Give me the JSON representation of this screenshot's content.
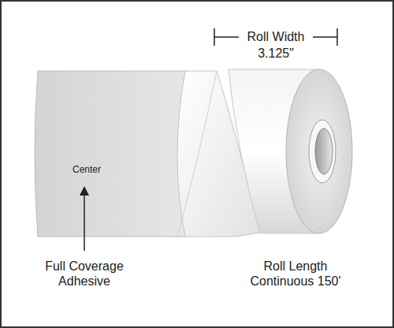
{
  "diagram": {
    "labels": [
      "Roll Width",
      "3.125\"",
      "Center",
      "Full Coverage Adhesive",
      "Roll Length Continuous 150'"
    ]
  }
}
